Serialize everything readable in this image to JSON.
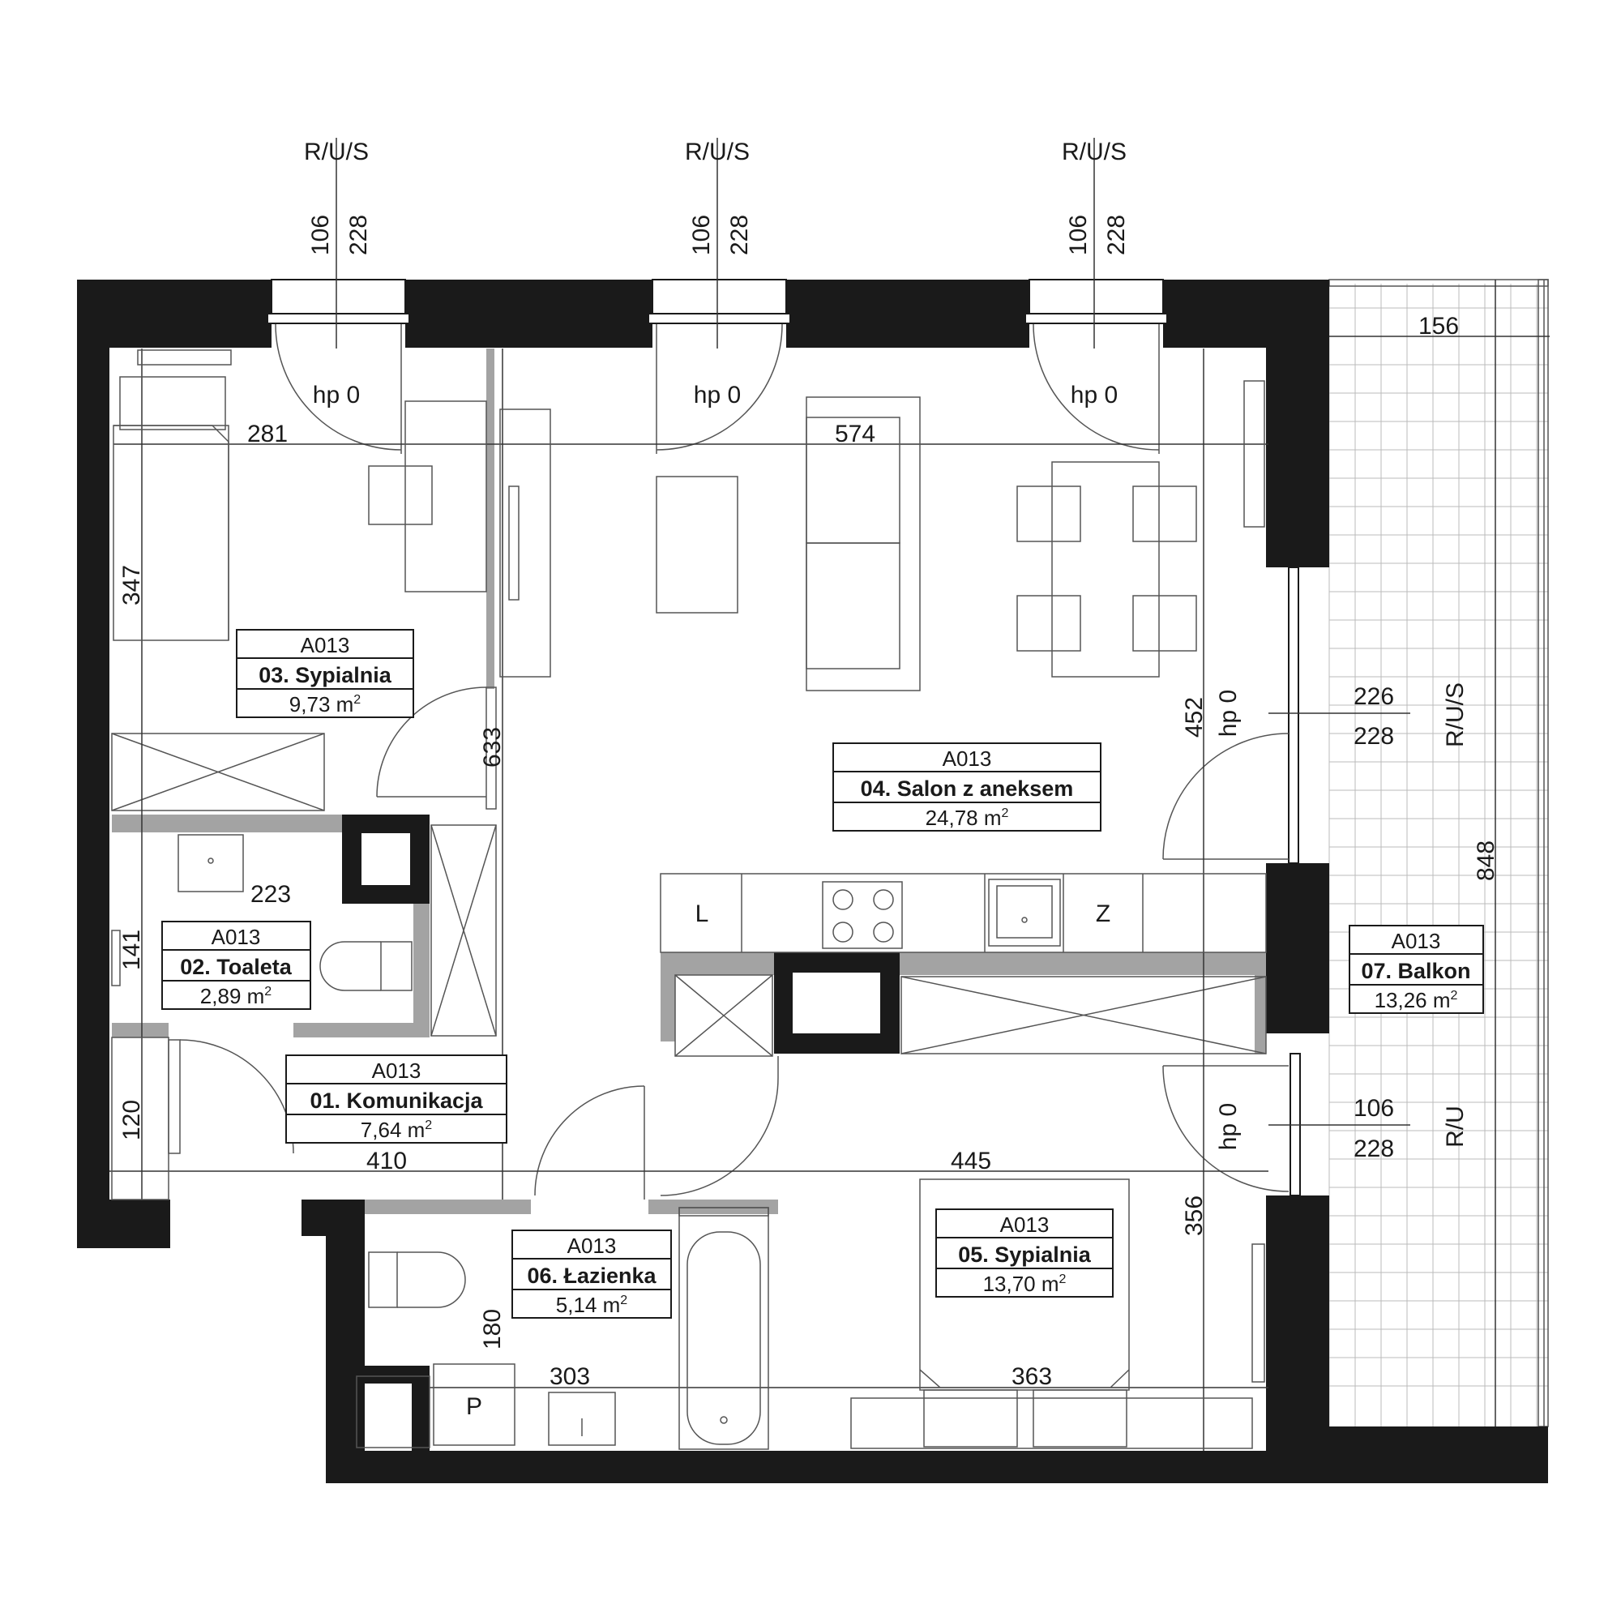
{
  "rooms": {
    "r01": {
      "code": "A013",
      "name": "01. Komunikacja",
      "area": "7,64 m",
      "unit_sup": "2"
    },
    "r02": {
      "code": "A013",
      "name": "02. Toaleta",
      "area": "2,89 m",
      "unit_sup": "2"
    },
    "r03": {
      "code": "A013",
      "name": "03. Sypialnia",
      "area": "9,73 m",
      "unit_sup": "2"
    },
    "r04": {
      "code": "A013",
      "name": "04. Salon z aneksem",
      "area": "24,78 m",
      "unit_sup": "2"
    },
    "r05": {
      "code": "A013",
      "name": "05. Sypialnia",
      "area": "13,70 m",
      "unit_sup": "2"
    },
    "r06": {
      "code": "A013",
      "name": "06. Łazienka",
      "area": "5,14 m",
      "unit_sup": "2"
    },
    "r07": {
      "code": "A013",
      "name": "07. Balkon",
      "area": "13,26 m",
      "unit_sup": "2"
    }
  },
  "windows_top": {
    "w1": {
      "tag": "R/U/S",
      "width": "106",
      "height": "228",
      "sill": "hp 0"
    },
    "w2": {
      "tag": "R/U/S",
      "width": "106",
      "height": "228",
      "sill": "hp 0"
    },
    "w3": {
      "tag": "R/U/S",
      "width": "106",
      "height": "228",
      "sill": "hp 0"
    }
  },
  "windows_right": {
    "w4": {
      "tag": "R/U/S",
      "width": "226",
      "height": "228",
      "sill": "hp 0"
    },
    "w5": {
      "tag": "R/U",
      "width": "106",
      "height": "228",
      "sill": "hp 0"
    }
  },
  "dimensions": {
    "d281": "281",
    "d574": "574",
    "d156": "156",
    "d347": "347",
    "d633": "633",
    "d452": "452",
    "d223": "223",
    "d141": "141",
    "d120": "120",
    "d410": "410",
    "d445": "445",
    "d356": "356",
    "d180": "180",
    "d303": "303",
    "d363": "363",
    "d848": "848"
  },
  "fixtures": {
    "fridge": "L",
    "dishwasher": "Z",
    "washer": "P"
  }
}
